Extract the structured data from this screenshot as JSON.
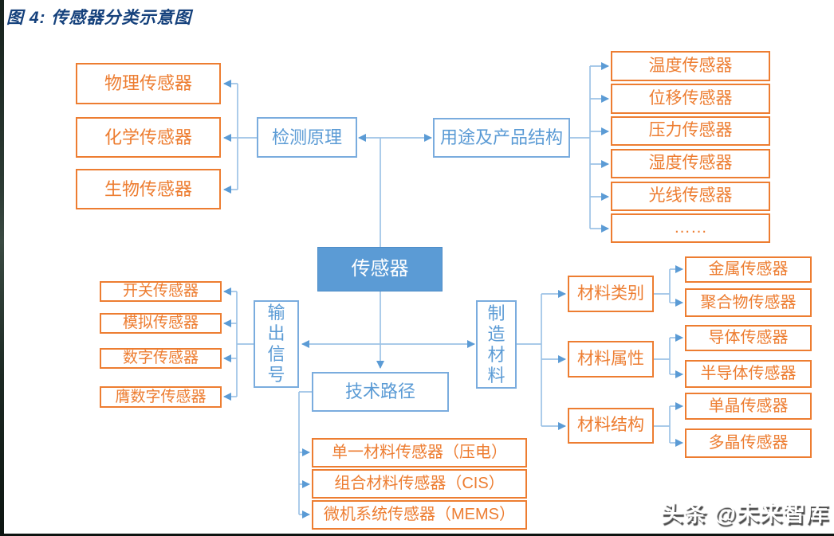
{
  "title": "图 4:  传感器分类示意图",
  "root": "传感器",
  "principle": {
    "label": "检测原理",
    "children": [
      "物理传感器",
      "化学传感器",
      "生物传感器"
    ]
  },
  "usage": {
    "label": "用途及产品结构",
    "children": [
      "温度传感器",
      "位移传感器",
      "压力传感器",
      "湿度传感器",
      "光线传感器",
      "……"
    ]
  },
  "output": {
    "label": "输出信号",
    "children": [
      "开关传感器",
      "模拟传感器",
      "数字传感器",
      "膺数字传感器"
    ]
  },
  "tech": {
    "label": "技术路径",
    "children": [
      "单一材料传感器（压电）",
      "组合材料传感器（CIS）",
      "微机系统传感器（MEMS）"
    ]
  },
  "material": {
    "label": "制造材料",
    "groups": [
      {
        "label": "材料类别",
        "children": [
          "金属传感器",
          "聚合物传感器"
        ]
      },
      {
        "label": "材料属性",
        "children": [
          "导体传感器",
          "半导体传感器"
        ]
      },
      {
        "label": "材料结构",
        "children": [
          "单晶传感器",
          "多晶传感器"
        ]
      }
    ]
  },
  "watermark": "头条 @未来智库",
  "colors": {
    "orange": "#ED7D31",
    "blue_fill": "#5B9BD5",
    "blue_border": "#7AACDE",
    "line": "#9DC3E6",
    "title": "#15417C"
  }
}
